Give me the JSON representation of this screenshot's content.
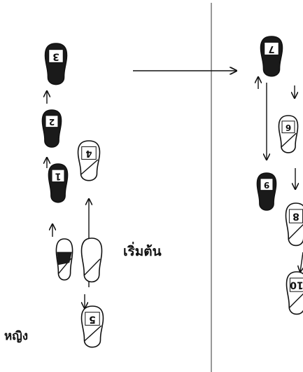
{
  "labels": {
    "start": "เริ่มต้น",
    "woman": "หญิง"
  },
  "footprints": [
    {
      "id": "fp-3",
      "number": "3",
      "fill": "black"
    },
    {
      "id": "fp-2",
      "number": "2",
      "fill": "black"
    },
    {
      "id": "fp-1",
      "number": "1",
      "fill": "black"
    },
    {
      "id": "fp-start-left",
      "number": "",
      "fill": "half"
    },
    {
      "id": "fp-4",
      "number": "4",
      "fill": "white"
    },
    {
      "id": "fp-start-right",
      "number": "",
      "fill": "white"
    },
    {
      "id": "fp-5",
      "number": "5",
      "fill": "white"
    },
    {
      "id": "fp-7",
      "number": "7",
      "fill": "black"
    },
    {
      "id": "fp-6",
      "number": "6",
      "fill": "white"
    },
    {
      "id": "fp-9",
      "number": "9",
      "fill": "black"
    },
    {
      "id": "fp-8",
      "number": "8",
      "fill": "white"
    },
    {
      "id": "fp-10",
      "number": "10",
      "fill": "white"
    }
  ],
  "colors": {
    "ink": "#111111",
    "paper": "#ffffff",
    "fill": "#1a1a1a"
  }
}
